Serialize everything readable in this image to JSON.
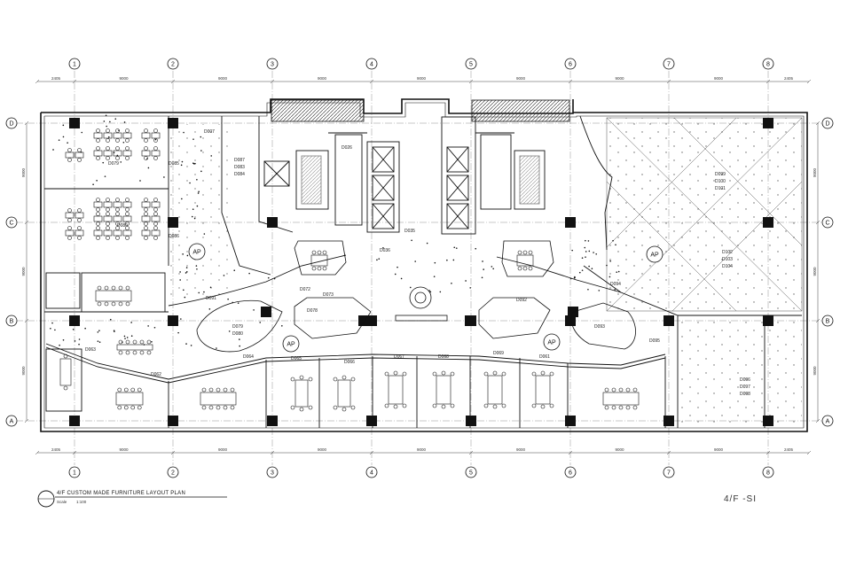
{
  "grid_columns": [
    "1",
    "2",
    "3",
    "4",
    "5",
    "6",
    "7",
    "8"
  ],
  "grid_rows": [
    "D",
    "C",
    "B",
    "A"
  ],
  "dims_top": [
    "2405",
    "9000",
    "9000",
    "9000",
    "9000",
    "9000",
    "9000",
    "9000",
    "2405"
  ],
  "dims_left": [
    "9000",
    "9000",
    "9000"
  ],
  "ap_labels": [
    "AP",
    "AP",
    "AP",
    "AP"
  ],
  "codes": [
    "D007",
    "D087",
    "D083",
    "D084",
    "D085",
    "D079",
    "D080",
    "D086",
    "D026",
    "D035",
    "D036",
    "D072",
    "D073",
    "D091",
    "D078",
    "D079",
    "D080",
    "D064",
    "D065",
    "D066",
    "D067",
    "D068",
    "D069",
    "D061",
    "D062",
    "D063",
    "D092",
    "D093",
    "D094",
    "D095",
    "D096",
    "D097",
    "D098",
    "D099",
    "D100",
    "D101",
    "D102",
    "D103",
    "D104"
  ],
  "title": {
    "main": "4/F CUSTOM MADE FURNITURE LAYOUT PLAN",
    "scale_label": "Scale",
    "scale_value": "1:100"
  },
  "sheet_label": "4/F -SI"
}
